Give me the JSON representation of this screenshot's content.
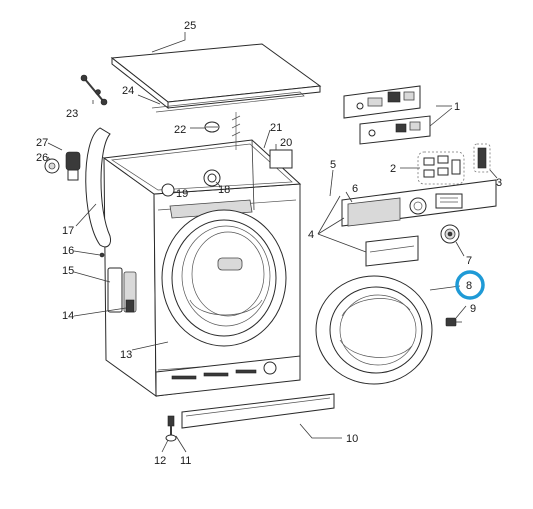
{
  "labels": {
    "l1": "1",
    "l2": "2",
    "l3": "3",
    "l4": "4",
    "l5": "5",
    "l6": "6",
    "l7": "7",
    "l8": "8",
    "l9": "9",
    "l10": "10",
    "l11": "11",
    "l12": "12",
    "l13": "13",
    "l14": "14",
    "l15": "15",
    "l16": "16",
    "l17": "17",
    "l18": "18",
    "l19": "19",
    "l20": "20",
    "l21": "21",
    "l22": "22",
    "l23": "23",
    "l24": "24",
    "l25": "25",
    "l26": "26",
    "l27": "27"
  },
  "highlighted_part": "8",
  "colors": {
    "highlight_ring": "#1f9ad6",
    "line": "#2a2a2a",
    "shade": "#d9d9d9"
  }
}
